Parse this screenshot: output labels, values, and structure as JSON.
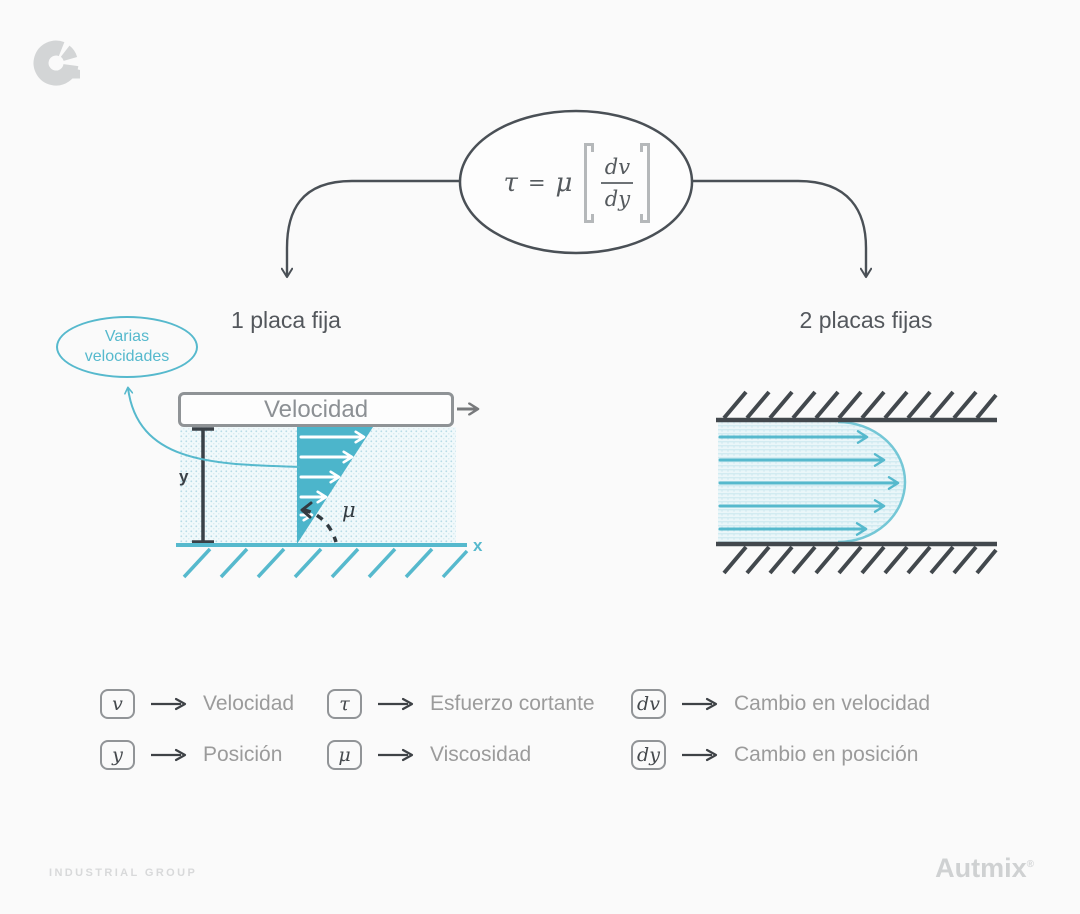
{
  "colors": {
    "background": "#fafafa",
    "teal": "#56b9cd",
    "triangle_fill": "#4cb5cb",
    "dark_line": "#4a5056",
    "plate_dark": "#42484d",
    "text_dark": "#53575c",
    "label_gray": "#9b9b9b",
    "box_border_gray": "#8f9396",
    "bracket_gray": "#b5b8ba",
    "footer_gray": "#d8d9da",
    "logo_gray": "#d3d5d6",
    "fluid_dot": "#b7dbe7"
  },
  "logo": {
    "icon": "autmix-g-mark"
  },
  "formula": {
    "lhs": "τ",
    "equals": "=",
    "coef": "μ",
    "numerator": "dv",
    "denominator": "dy"
  },
  "branches": {
    "left": "1 placa fija",
    "right": "2 placas fijas"
  },
  "left_diagram": {
    "bubble": "Varias velocidades",
    "plate_label": "Velocidad",
    "y_axis": "y",
    "x_axis": "x",
    "angle": "μ"
  },
  "legend": {
    "items": [
      {
        "symbol": "v",
        "label": "Velocidad"
      },
      {
        "symbol": "y",
        "label": "Posición"
      },
      {
        "symbol": "τ",
        "label": "Esfuerzo cortante"
      },
      {
        "symbol": "μ",
        "label": "Viscosidad"
      },
      {
        "symbol": "dv",
        "label": "Cambio en velocidad"
      },
      {
        "symbol": "dy",
        "label": "Cambio en posición"
      }
    ]
  },
  "footer": {
    "group": "INDUSTRIAL GROUP",
    "brand": "Autmix",
    "registered": "®"
  }
}
